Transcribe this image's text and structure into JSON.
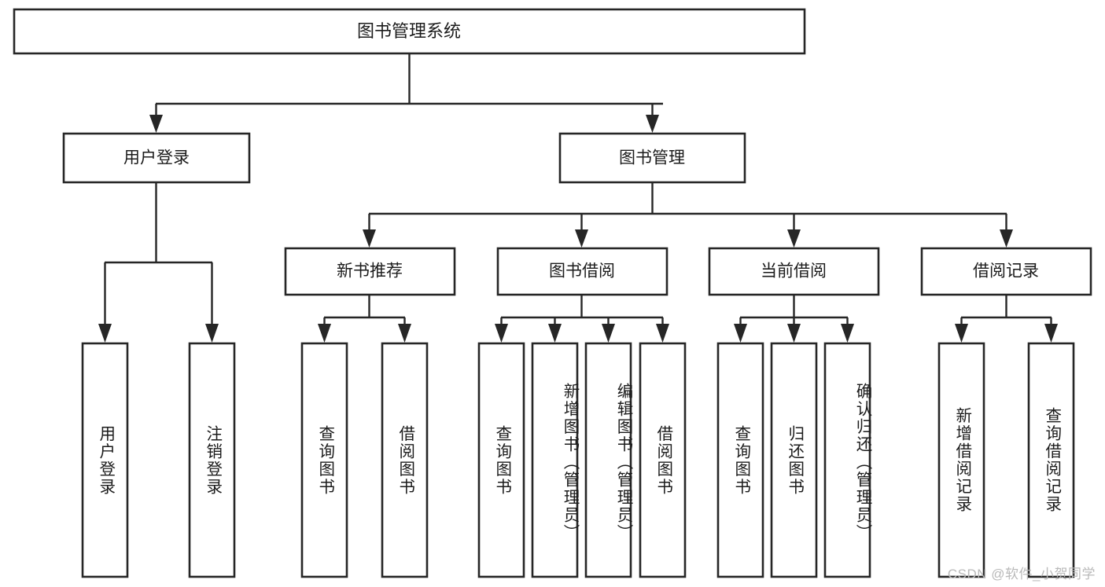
{
  "diagram": {
    "title": "图书管理系统",
    "type": "tree-hierarchy",
    "root": {
      "label": "图书管理系统"
    },
    "level2": [
      {
        "label": "用户登录"
      },
      {
        "label": "图书管理"
      }
    ],
    "level3": [
      {
        "label": "新书推荐"
      },
      {
        "label": "图书借阅"
      },
      {
        "label": "当前借阅"
      },
      {
        "label": "借阅记录"
      }
    ],
    "leaves": {
      "user_login": [
        {
          "label": "用户登录"
        },
        {
          "label": "注销登录"
        }
      ],
      "new_book_recommend": [
        {
          "label": "查询图书"
        },
        {
          "label": "借阅图书"
        }
      ],
      "book_borrow": [
        {
          "label": "查询图书"
        },
        {
          "label": "新增图书（管理员）"
        },
        {
          "label": "编辑图书（管理员）"
        },
        {
          "label": "借阅图书"
        }
      ],
      "current_borrow": [
        {
          "label": "查询图书"
        },
        {
          "label": "归还图书"
        },
        {
          "label": "确认归还（管理员）"
        }
      ],
      "borrow_record": [
        {
          "label": "新增借阅记录"
        },
        {
          "label": "查询借阅记录"
        }
      ]
    }
  },
  "watermark": {
    "text": "CSDN @软件_小贺同学"
  },
  "colors": {
    "stroke": "#262626",
    "box_fill": "#ffffff",
    "text": "#1b1b1b",
    "watermark": "#b9b9b9",
    "background": "#ffffff"
  }
}
